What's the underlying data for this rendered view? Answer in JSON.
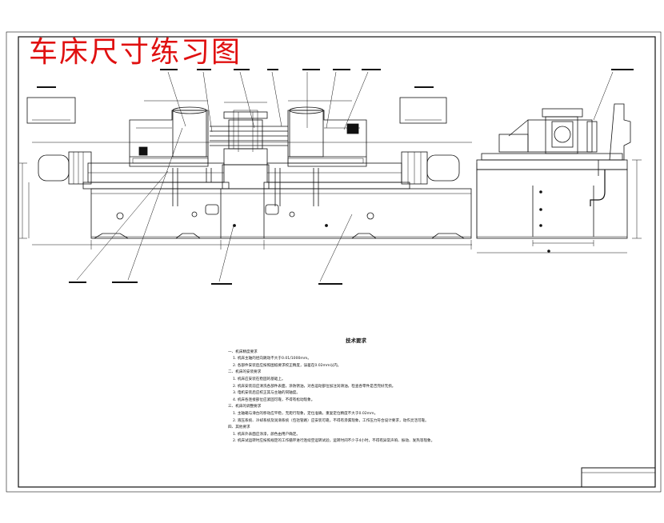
{
  "drawing": {
    "title": "车床尺寸练习图",
    "tech_notes": {
      "heading": "技术要求",
      "lines": [
        {
          "t": "一、机床精度要求",
          "sub": false
        },
        {
          "t": "1. 机床主轴的径向跳动不大于0.01/1000mm。",
          "sub": true
        },
        {
          "t": "2. 各部件安装后应按照图纸要求校正精度，误差在0.02mm以内。",
          "sub": true
        },
        {
          "t": "二、机床的安装要求",
          "sub": false
        },
        {
          "t": "1. 机床应安装在稳固的基础上。",
          "sub": true
        },
        {
          "t": "2. 机床安装前应清洗各部件表面，涂防锈油，对各运动部位加注润滑油，检查各零件是否完好无损。",
          "sub": true
        },
        {
          "t": "3. 电机安装后应校正其与主轴的同轴度。",
          "sub": true
        },
        {
          "t": "4. 机床各连接部位应紧固可靠，不得有松动现象。",
          "sub": true
        },
        {
          "t": "三、机床的调整要求",
          "sub": false
        },
        {
          "t": "1. 主轴箱与滑台的移动应平稳，无爬行现象，定位准确，重复定位精度不大于0.02mm。",
          "sub": true
        },
        {
          "t": "2. 液压系统、冷却系统及润滑系统（包括管路）应安装可靠，不得有渗漏现象，工作压力符合设计要求，动作灵活可靠。",
          "sub": true
        },
        {
          "t": "四、其他要求",
          "sub": false
        },
        {
          "t": "1. 机床外表面应涂漆，颜色由用户确定。",
          "sub": true
        },
        {
          "t": "2. 机床试运转时应按照规定的工作循环进行连续空运转试验，运转时间不少于4小时，不得有异常声响、振动、发热等现象。",
          "sub": true
        }
      ]
    }
  }
}
